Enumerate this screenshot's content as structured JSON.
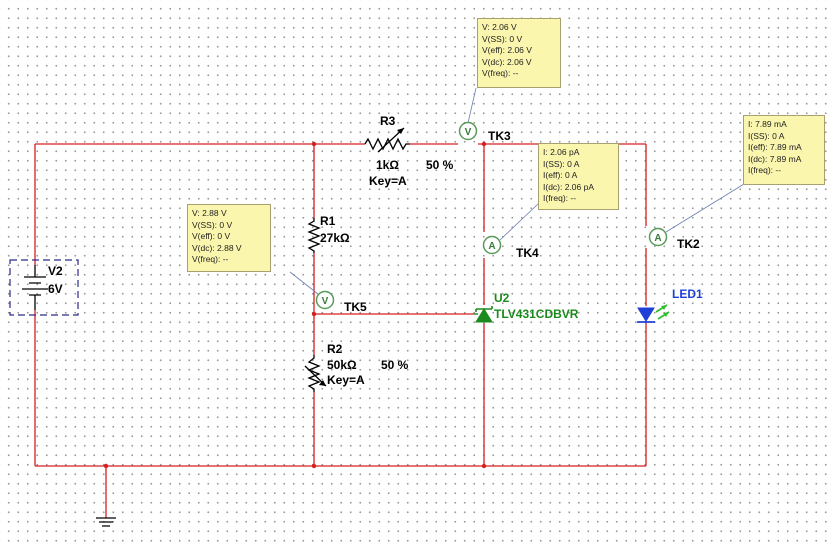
{
  "components": {
    "v2": {
      "ref": "V2",
      "value": "6V"
    },
    "r1": {
      "ref": "R1",
      "value": "27kΩ"
    },
    "r2": {
      "ref": "R2",
      "value": "50kΩ",
      "percent": "50 %",
      "key": "Key=A"
    },
    "r3": {
      "ref": "R3",
      "value": "1kΩ",
      "percent": "50 %",
      "key": "Key=A"
    },
    "u2": {
      "ref": "U2",
      "part": "TLV431CDBVR"
    },
    "led1": {
      "ref": "LED1"
    }
  },
  "probes": {
    "tk3": {
      "name": "TK3",
      "symbol": "V",
      "readout": [
        "V: 2.06 V",
        "V(SS): 0 V",
        "V(eff): 2.06 V",
        "V(dc): 2.06 V",
        "V(freq): --"
      ]
    },
    "tk4": {
      "name": "TK4",
      "symbol": "A",
      "readout": [
        "I: 2.06 pA",
        "I(SS): 0 A",
        "I(eff): 0 A",
        "I(dc): 2.06 pA",
        "I(freq): --"
      ]
    },
    "tk5": {
      "name": "TK5",
      "symbol": "V",
      "readout": [
        "V: 2.88 V",
        "V(SS): 0 V",
        "V(eff): 0 V",
        "V(dc): 2.88 V",
        "V(freq): --"
      ]
    },
    "tk2": {
      "name": "TK2",
      "symbol": "A",
      "readout": [
        "I: 7.89 mA",
        "I(SS): 0 A",
        "I(eff): 7.89 mA",
        "I(dc): 7.89 mA",
        "I(freq): --"
      ]
    }
  },
  "colors": {
    "wire": "#d62020",
    "probe_box": "#fbf6ae",
    "probe_ring": "#5a9a5a",
    "u2_label": "#1a8a1a",
    "led_label": "#1f3fd6",
    "led_body": "#1f3fd6",
    "led_arrows": "#2ec02e",
    "source_frame": "#2a2a8a"
  }
}
